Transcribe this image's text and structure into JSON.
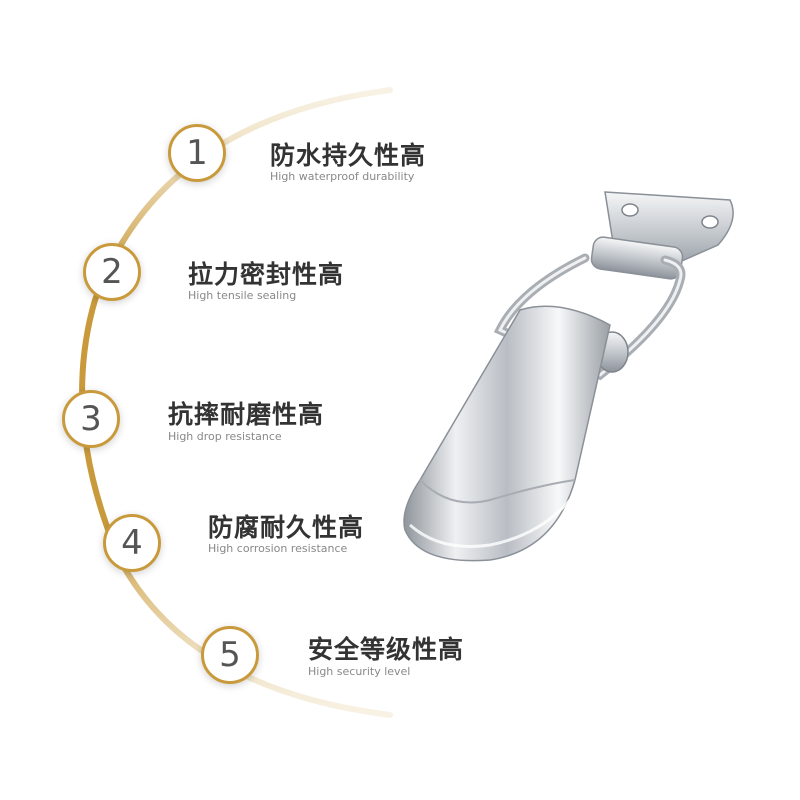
{
  "features": [
    {
      "number": "1",
      "title": "防水持久性高",
      "subtitle": "High waterproof durability"
    },
    {
      "number": "2",
      "title": "拉力密封性高",
      "subtitle": "High tensile sealing"
    },
    {
      "number": "3",
      "title": "抗摔耐磨性高",
      "subtitle": "High drop resistance"
    },
    {
      "number": "4",
      "title": "防腐耐久性高",
      "subtitle": "High corrosion resistance"
    },
    {
      "number": "5",
      "title": "安全等级性高",
      "subtitle": "High security level"
    }
  ],
  "colors": {
    "accent": "#c99a3c",
    "title": "#333333",
    "subtitle": "#888888"
  },
  "product_image": "stainless-steel-toggle-latch"
}
